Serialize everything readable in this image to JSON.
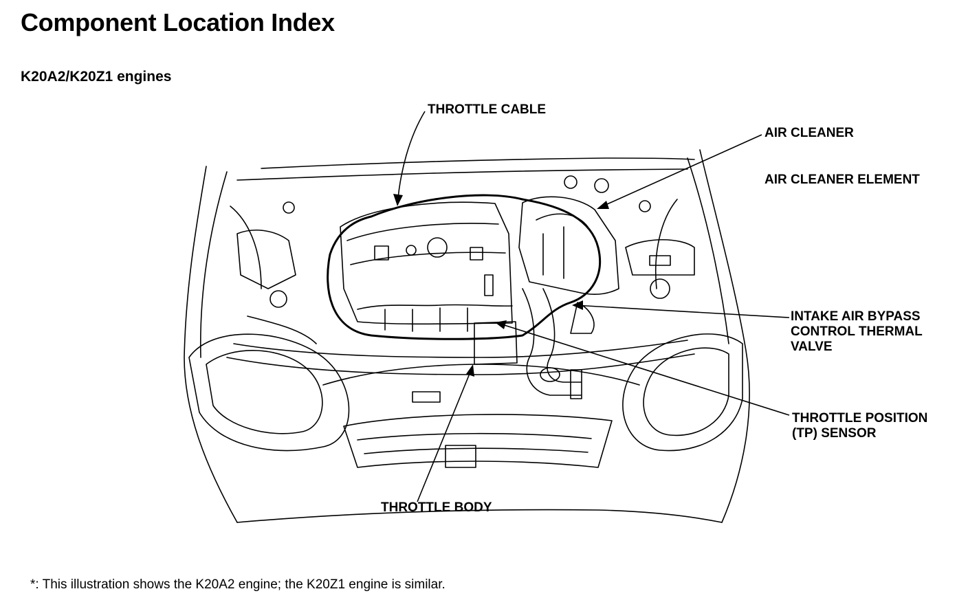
{
  "header": {
    "title": "Component Location Index",
    "subtitle": "K20A2/K20Z1 engines"
  },
  "callouts": {
    "throttle_cable": "THROTTLE CABLE",
    "air_cleaner": "AIR CLEANER",
    "air_cleaner_element": "AIR CLEANER ELEMENT",
    "intake_air_bypass": [
      "INTAKE AIR BYPASS",
      "CONTROL THERMAL",
      "VALVE"
    ],
    "tp_sensor": [
      "THROTTLE POSITION",
      "(TP) SENSOR"
    ],
    "throttle_body": "THROTTLE BODY"
  },
  "footnote": "*: This illustration shows the K20A2 engine; the K20Z1 engine is similar."
}
